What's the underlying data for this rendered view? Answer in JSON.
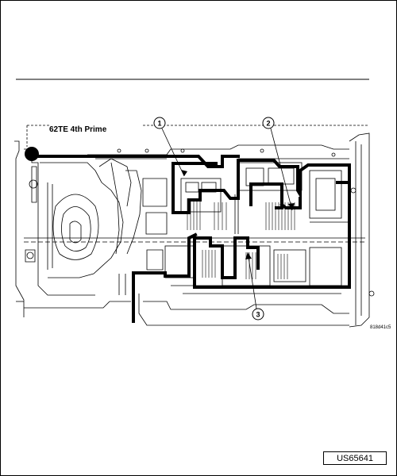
{
  "diagram": {
    "title": "62TE 4th Prime",
    "callouts": [
      {
        "label": "1"
      },
      {
        "label": "2"
      },
      {
        "label": "3"
      }
    ],
    "drawing_code": "818d41c5",
    "colors": {
      "ink": "#000000",
      "background": "#ffffff",
      "fluid_path": "#000000"
    }
  },
  "figure_id": "US65641"
}
